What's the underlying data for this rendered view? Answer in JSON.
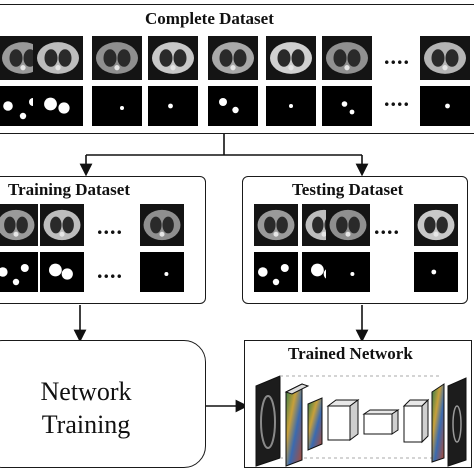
{
  "complete": {
    "title": "Complete Dataset",
    "ct_slices": [
      "ct-1",
      "ct-2",
      "ct-3",
      "ct-4",
      "ct-5",
      "ct-6",
      "ct-7",
      "ct-8"
    ],
    "mask_slices": [
      "mask-1",
      "mask-2",
      "mask-3",
      "mask-4",
      "mask-5",
      "mask-6",
      "mask-7",
      "mask-8"
    ],
    "ellipsis": "...."
  },
  "training": {
    "title": "Training Dataset",
    "ellipsis": "...."
  },
  "testing": {
    "title": "Testing Dataset",
    "ellipsis": "...."
  },
  "network_training": {
    "line1": "Network",
    "line2": "Training"
  },
  "trained_network": {
    "title": "Trained Network"
  },
  "colors": {
    "border": "#1a1a1a",
    "ct_background": "#141414",
    "ct_tissue": "#9a9a9a",
    "mask_foreground": "#ffffff"
  }
}
